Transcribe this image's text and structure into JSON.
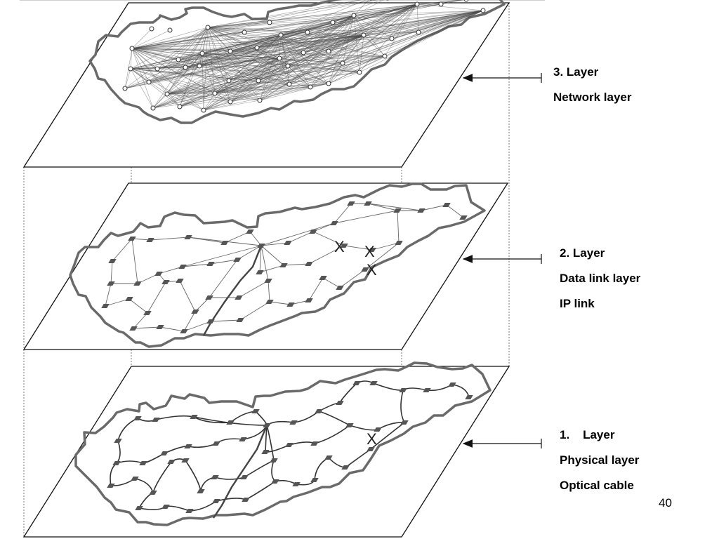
{
  "layers": [
    {
      "id": "network",
      "lines": [
        "3. Layer",
        "Network layer"
      ]
    },
    {
      "id": "datalink",
      "lines": [
        "2. Layer",
        "Data link layer",
        "IP link"
      ]
    },
    {
      "id": "physical",
      "lines": [
        "1.    Layer",
        "Physical layer",
        "Optical cable"
      ]
    }
  ],
  "page_number": "40",
  "colors": {
    "outline": "#6a6a6a",
    "node": "#555555",
    "edge": "#666666",
    "dense": "#4a4a4a"
  },
  "failure_marker": "X"
}
